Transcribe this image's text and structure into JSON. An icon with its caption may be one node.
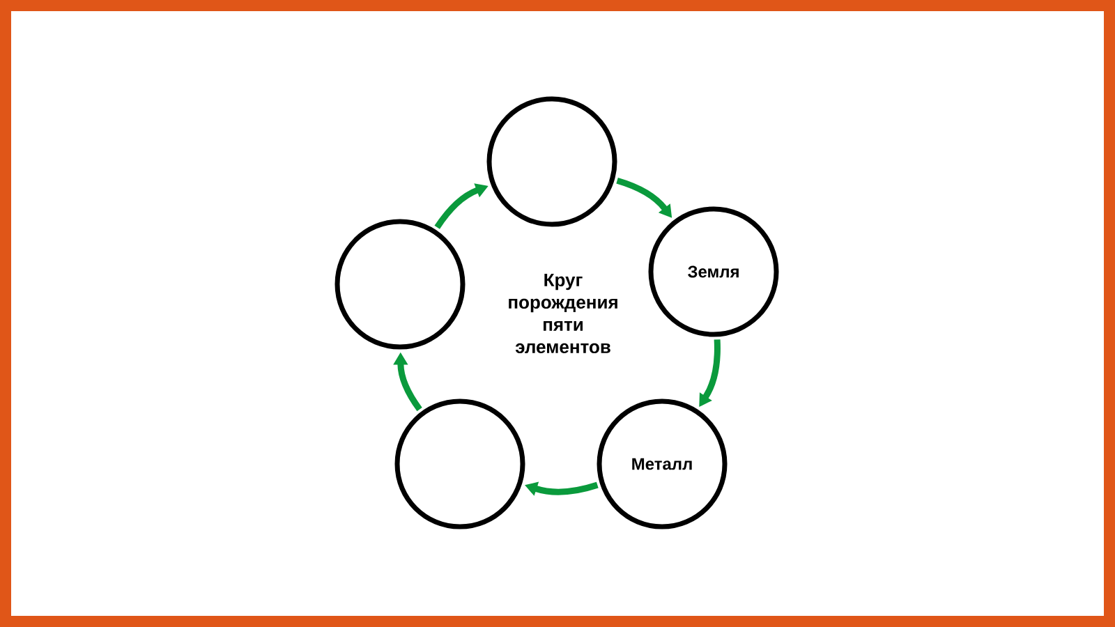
{
  "diagram": {
    "nodes": [
      {
        "text": [],
        "shape": "circle"
      },
      {
        "text": [
          "Земля"
        ]
      },
      {
        "text": [
          "Металл"
        ]
      },
      {
        "text": [],
        "shape": "circle"
      },
      {
        "text": [],
        "shape": "circle"
      }
    ],
    "edges": [
      {
        "from": 0,
        "to": 1,
        "arrow": "to"
      },
      {
        "from": 1,
        "to": 2,
        "arrow": "to"
      },
      {
        "from": 2,
        "to": 4,
        "arrow": "to"
      },
      {
        "from": 4,
        "to": 3,
        "arrow": "to"
      },
      {
        "from": 3,
        "to": 0,
        "arrow": "to"
      }
    ],
    "labels": [
      "Круг порождения пяти элементов"
    ]
  }
}
